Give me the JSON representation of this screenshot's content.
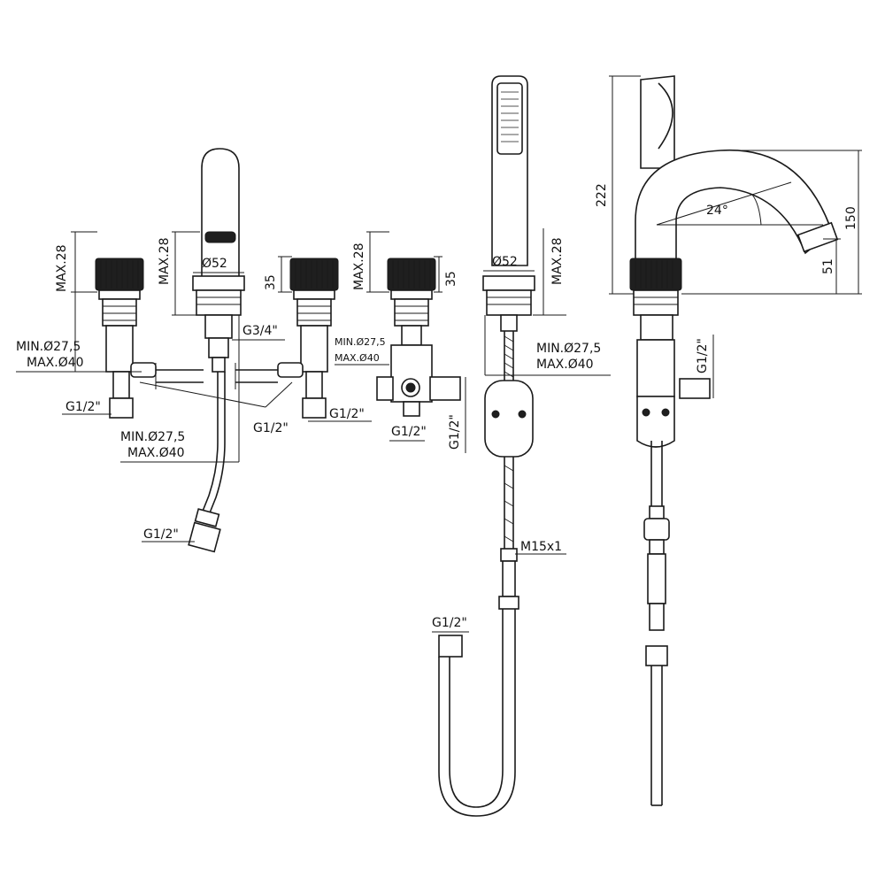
{
  "colors": {
    "line": "#1a1a1a",
    "background": "#ffffff",
    "knob": "#1f1f1f"
  },
  "labels": {
    "max28_a": "MAX.28",
    "max28_b": "MAX.28",
    "max28_c": "MAX.28",
    "max28_d": "MAX.28",
    "d35_a": "35",
    "d35_b": "35",
    "d52_a": "Ø52",
    "d52_b": "Ø52",
    "g34": "G3/4\"",
    "min275_a": "MIN.Ø27,5",
    "max40_a": "MAX.Ø40",
    "min275_b": "MIN.Ø27,5",
    "max40_b": "MAX.Ø40",
    "min275_c": "MIN.Ø27,5",
    "max40_c": "MAX.Ø40",
    "min275_d": "MIN.Ø27,5",
    "max40_d": "MAX.Ø40",
    "g12_a": "G1/2\"",
    "g12_b": "G1/2\"",
    "g12_c": "G1/2\"",
    "g12_d": "G1/2\"",
    "g12_e": "G1/2\"",
    "g12_f": "G1/2\"",
    "g12_g": "G1/2\"",
    "g12_h": "G1/2\"",
    "m15": "M15x1",
    "d222": "222",
    "d150": "150",
    "d51": "51",
    "angle24": "24°"
  }
}
